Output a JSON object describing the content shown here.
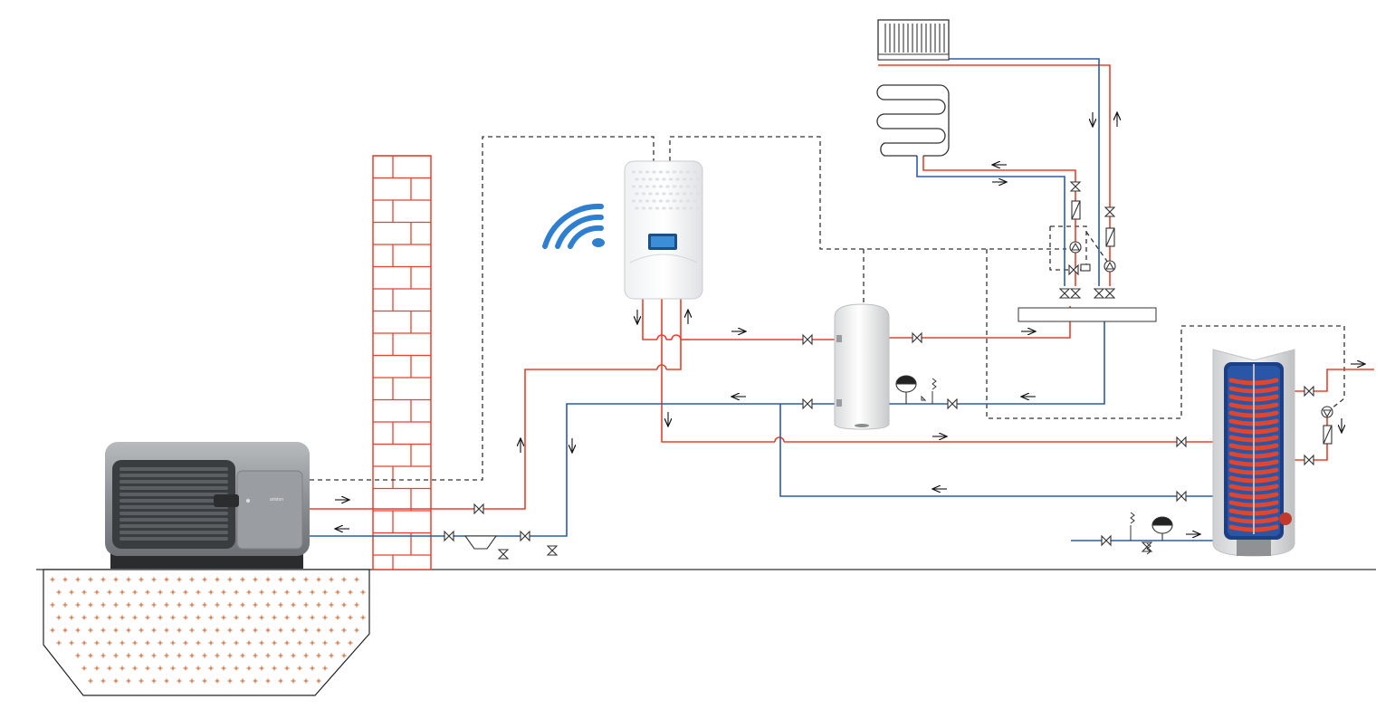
{
  "diagram": {
    "brand_label": "ariston",
    "colors": {
      "supply": "#e8412c",
      "return": "#2a5ca8",
      "control": "#333333",
      "wall": "#e8412c",
      "ground_cross": "#c8602a",
      "wifi": "#2f7fd0",
      "unit_body": "#8a8d90",
      "tank_coil": "#d8402a"
    },
    "components": [
      "outdoor-heat-pump-unit",
      "brick-wall",
      "foundation",
      "indoor-control-unit",
      "wifi-symbol",
      "buffer-tank",
      "hydraulic-manifold",
      "panel-radiator",
      "underfloor-heating-loop",
      "dhw-cylinder",
      "expansion-vessel"
    ]
  }
}
